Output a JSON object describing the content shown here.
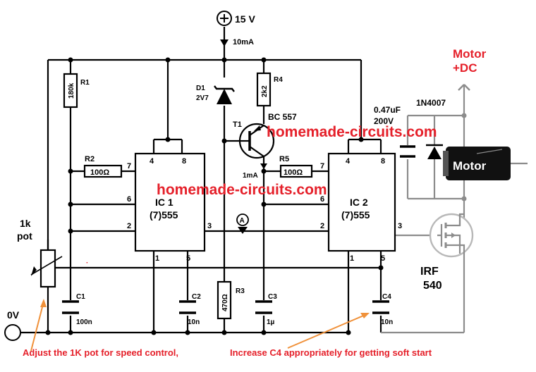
{
  "supply": {
    "voltage": "15 V",
    "current": "10mA"
  },
  "ic1": {
    "name": "IC 1",
    "type": "(7)555",
    "pins": {
      "p4": "4",
      "p8": "8",
      "p6": "6",
      "p2": "2",
      "p3": "3",
      "p1": "1",
      "p5": "5"
    }
  },
  "ic2": {
    "name": "IC 2",
    "type": "(7)555",
    "pins": {
      "p4": "4",
      "p8": "8",
      "p7": "7",
      "p6": "6",
      "p2": "2",
      "p3": "3",
      "p1": "1",
      "p5": "5"
    }
  },
  "ic1_pin7": "7",
  "r1": {
    "ref": "R1",
    "value": "180k"
  },
  "r2": {
    "ref": "R2",
    "value": "100Ω"
  },
  "r3": {
    "ref": "R3",
    "value": "470Ω"
  },
  "r4": {
    "ref": "R4",
    "value": "2k2"
  },
  "r5": {
    "ref": "R5",
    "value": "100Ω"
  },
  "c1": {
    "ref": "C1",
    "value": "100n"
  },
  "c2": {
    "ref": "C2",
    "value": "10n"
  },
  "c3": {
    "ref": "C3",
    "value": "1µ"
  },
  "c4": {
    "ref": "C4",
    "value": "10n"
  },
  "d1": {
    "ref": "D1",
    "value": "2V7"
  },
  "t1": {
    "ref": "T1",
    "type": "BC 557",
    "current": "1mA"
  },
  "node_a": "A",
  "pot": {
    "line1": "1k",
    "line2": "pot"
  },
  "ground": "0V",
  "motor_supply": {
    "line1": "Motor",
    "line2": "+DC"
  },
  "cap_motor": {
    "value": "0.47uF",
    "voltage": "200V"
  },
  "diode_motor": "1N4007",
  "motor": "Motor",
  "mosfet": {
    "line1": "IRF",
    "line2": "540"
  },
  "watermark": "homemade-circuits.com",
  "notes": {
    "speed": "Adjust the 1K pot for speed control,",
    "softstart": "Increase C4 appropriately for getting soft start"
  },
  "colors": {
    "annotation": "#e5202a",
    "arrow": "#f0913a",
    "added_wiring": "#8c8c8c"
  }
}
